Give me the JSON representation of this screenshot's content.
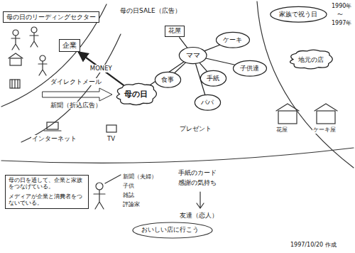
{
  "diagram": {
    "nodes": [
      {
        "text": [
          "母の日のリーディングセクター"
        ]
      },
      {
        "text": [
          "企業"
        ]
      },
      {
        "text": [
          "母の日"
        ]
      },
      {
        "text": [
          "ママ"
        ]
      },
      {
        "text": [
          "花屋"
        ]
      },
      {
        "text": [
          "ケーキ"
        ]
      },
      {
        "text": [
          "手紙"
        ]
      },
      {
        "text": [
          "子供達"
        ]
      },
      {
        "text": [
          "パパ"
        ]
      },
      {
        "text": [
          "食事"
        ]
      },
      {
        "text": [
          "家族で祝う日"
        ]
      },
      {
        "text": [
          "地元の店"
        ]
      },
      {
        "text": [
          "母の日を通して、企業と家族をつなげている。",
          "メディアが企業と消費者をつないでいる。"
        ]
      }
    ],
    "edges": [
      {
        "from": 2,
        "to": 1,
        "label": "MONEY",
        "arrow": "to"
      },
      {
        "from": 3,
        "to": 2,
        "arrow": "none"
      },
      {
        "from": 3,
        "to": 4,
        "arrow": "none"
      },
      {
        "from": 3,
        "to": 5,
        "arrow": "none"
      },
      {
        "from": 3,
        "to": 6,
        "arrow": "none"
      },
      {
        "from": 3,
        "to": 7,
        "arrow": "none"
      },
      {
        "from": 3,
        "to": 8,
        "arrow": "none"
      },
      {
        "from": 3,
        "to": 9,
        "arrow": "none"
      }
    ],
    "labels": [
      "1990年",
      "〜",
      "1997年",
      "母の日SALE（広告）",
      "ダイレクトメール",
      "新聞（折込広告）",
      "インターネット",
      "TV",
      "プレゼント",
      "手紙のカード",
      "感謝の気持ち",
      "友達（恋人）",
      "新聞（夫婦）",
      "子供",
      "雑誌",
      "評論家",
      "おいしい店に行こう",
      "花屋",
      "ケーキ屋",
      "1997/10/20 作成"
    ]
  }
}
